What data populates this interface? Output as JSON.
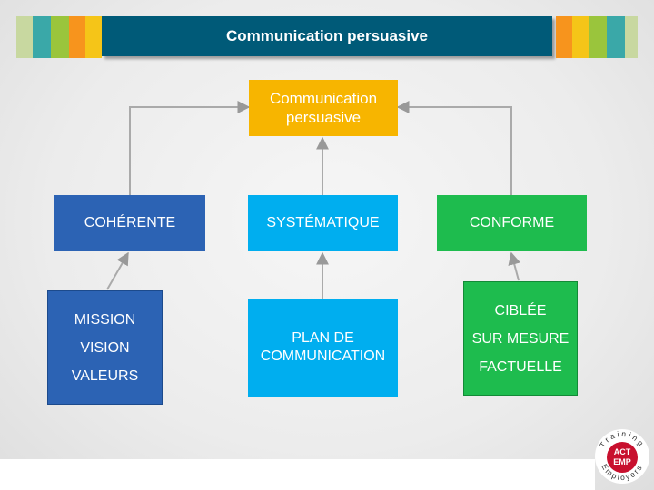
{
  "header": {
    "title": "Communication persuasive",
    "left_stripes": [
      "#c8d8a0",
      "#3aa8a8",
      "#9ac53c",
      "#f7941d",
      "#f5c518"
    ],
    "right_stripes": [
      "#f7941d",
      "#f5c518",
      "#9ac53c",
      "#3aa8a8",
      "#c8d8a0"
    ]
  },
  "diagram": {
    "top": {
      "lines": [
        "Communication",
        "persuasive"
      ]
    },
    "level2": {
      "coherente": "COHÉRENTE",
      "systematique": "SYSTÉMATIQUE",
      "conforme": "CONFORME"
    },
    "level3": {
      "mission": [
        "MISSION",
        "VISION",
        "VALEURS"
      ],
      "plan": [
        "PLAN DE",
        "COMMUNICATION"
      ],
      "ciblee": [
        "CIBLÉE",
        "SUR MESURE",
        "FACTUELLE"
      ]
    }
  },
  "logo": {
    "arc_top": "Training",
    "line1": "ACT",
    "line2": "EMP",
    "arc_bottom": "Employers"
  },
  "colors": {
    "title_bar": "#005a78",
    "top_box": "#f7b500",
    "blue": "#2c63b4",
    "cyan": "#00aeef",
    "green": "#1ebc4e",
    "logo_red": "#c8102e"
  }
}
